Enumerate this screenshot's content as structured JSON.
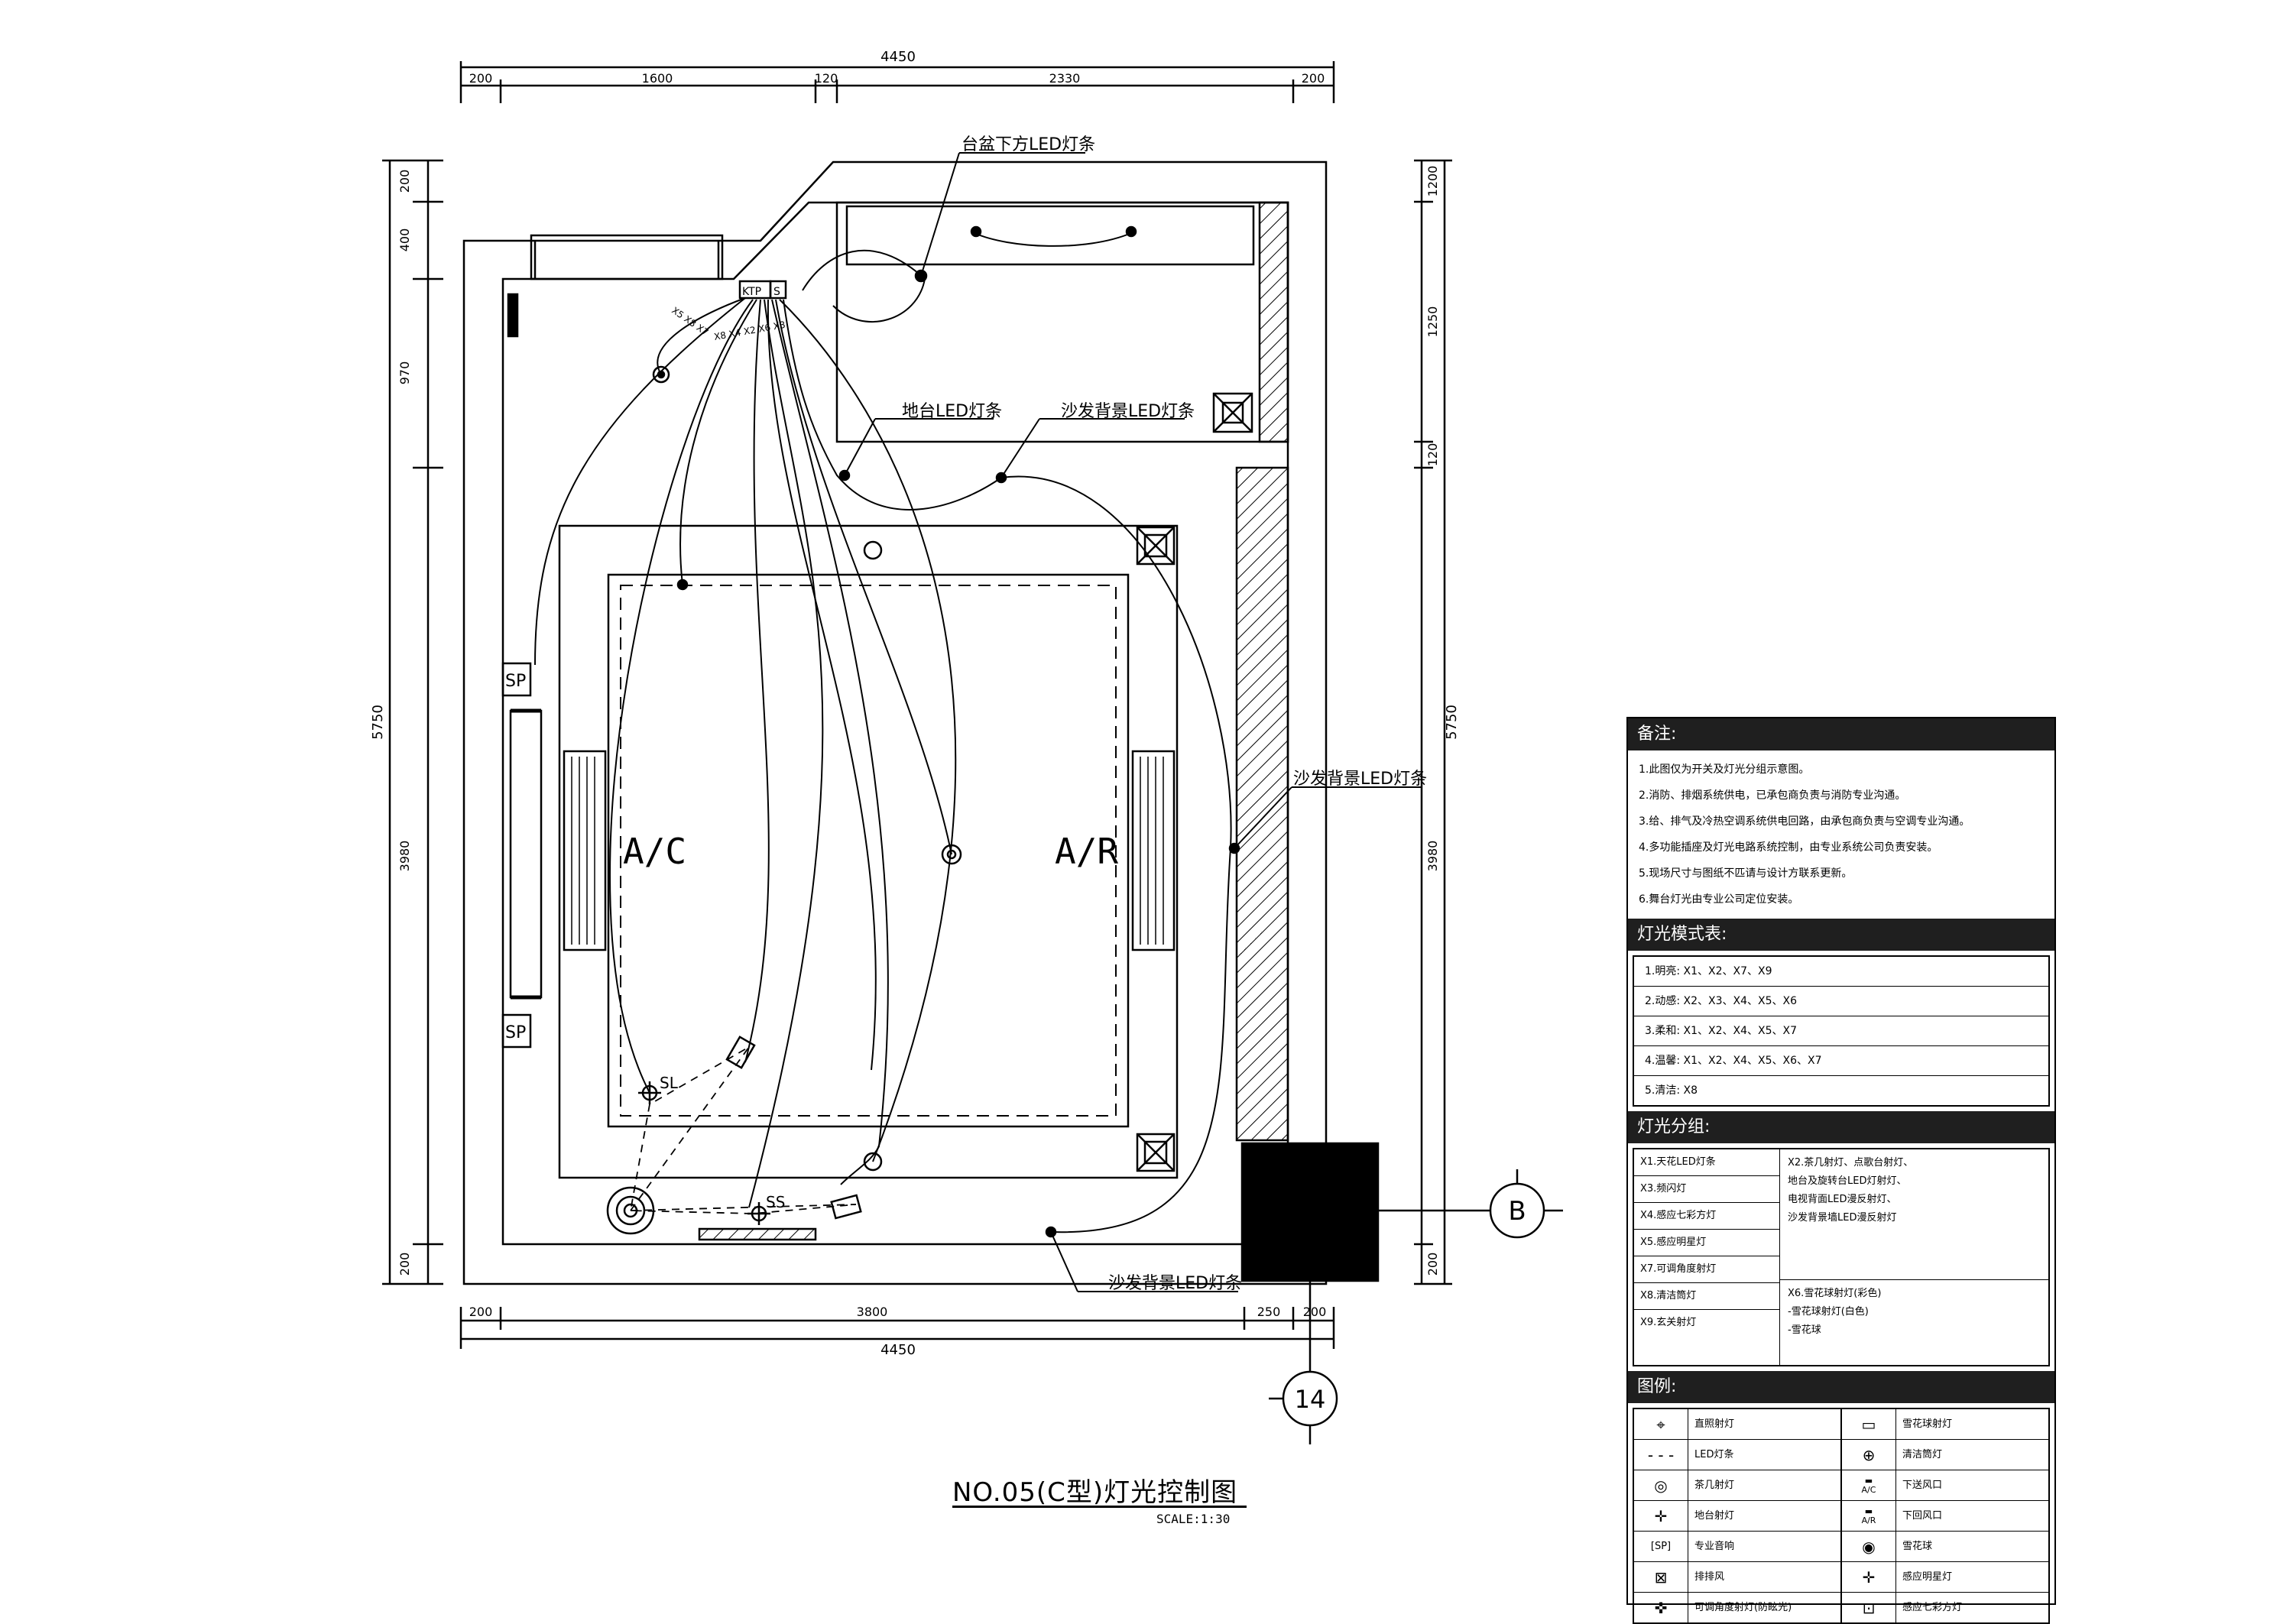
{
  "plan": {
    "dimensions_top": [
      "4450",
      "200",
      "1600",
      "120",
      "2330",
      "200"
    ],
    "dimensions_bottom": [
      "200",
      "3800",
      "250",
      "200",
      "4450"
    ],
    "dimensions_left": [
      "200",
      "400",
      "970",
      "5750",
      "3980",
      "200"
    ],
    "dimensions_right": [
      "1200",
      "1250",
      "120",
      "5750",
      "3980",
      "200"
    ],
    "labels": {
      "basin_led": "台盆下方LED灯条",
      "floor_led": "地台LED灯条",
      "sofa_led_top": "沙发背景LED灯条",
      "sofa_led_right": "沙发背景LED灯条",
      "sofa_led_bottom": "沙发背景LED灯条",
      "ac": "A/C",
      "ar": "A/R",
      "sp1": "SP",
      "sp2": "SP",
      "sl": "SL",
      "ss": "SS",
      "switch_panel": "KTP",
      "switch_s": "S",
      "callout_b": "B",
      "callout_14": "14",
      "wire_tags": "X5  X8  X7",
      "wire_tags2": "X8  X4  X2 X6 X3"
    }
  },
  "title": {
    "main": "NO.05(C型)灯光控制图",
    "scale": "SCALE:1:30"
  },
  "notes": {
    "header": "备注:",
    "items": [
      "1.此图仅为开关及灯光分组示意图。",
      "2.消防、排烟系统供电，已承包商负责与消防专业沟通。",
      "3.给、排气及冷热空调系统供电回路，由承包商负责与空调专业沟通。",
      "4.多功能插座及灯光电路系统控制，由专业系统公司负责安装。",
      "5.现场尺寸与图纸不匹请与设计方联系更新。",
      "6.舞台灯光由专业公司定位安装。"
    ]
  },
  "modes": {
    "header": "灯光模式表:",
    "items": [
      "1.明亮: X1、X2、X7、X9",
      "2.动感: X2、X3、X4、X5、X6",
      "3.柔和: X1、X2、X4、X5、X7",
      "4.温馨: X1、X2、X4、X5、X6、X7",
      "5.清洁: X8"
    ]
  },
  "groups": {
    "header": "灯光分组:",
    "left": [
      "X1.天花LED灯条",
      "X3.频闪灯",
      "X4.感应七彩方灯",
      "X5.感应明星灯",
      "X7.可调角度射灯",
      "X8.清洁筒灯",
      "X9.玄关射灯"
    ],
    "right_top": [
      "X2.茶几射灯、点歌台射灯、",
      "地台及旋转台LED灯射灯、",
      "电视背面LED漫反射灯、",
      "沙发背景墙LED漫反射灯"
    ],
    "right_bottom": [
      "X6.雪花球射灯(彩色)",
      "-雪花球射灯(白色)",
      "-雪花球"
    ]
  },
  "legend": {
    "header": "图例:",
    "left": [
      {
        "icon": "spotlight-icon",
        "label": "直照射灯"
      },
      {
        "icon": "led-strip-icon",
        "label": "LED灯条"
      },
      {
        "icon": "table-spotlight-icon",
        "label": "茶几射灯"
      },
      {
        "icon": "floor-spotlight-icon",
        "label": "地台射灯"
      },
      {
        "icon": "speaker-icon",
        "label": "专业音响"
      },
      {
        "icon": "exhaust-fan-icon",
        "label": "排排风"
      },
      {
        "icon": "adjustable-spot-icon",
        "label": "可调角度射灯(防眩光)"
      }
    ],
    "right": [
      {
        "icon": "snowball-spot-icon",
        "label": "雪花球射灯"
      },
      {
        "icon": "downlight-icon",
        "label": "清洁筒灯"
      },
      {
        "icon": "supply-vent-icon",
        "label": "下送风口",
        "tag": "A/C"
      },
      {
        "icon": "return-vent-icon",
        "label": "下回风口",
        "tag": "A/R"
      },
      {
        "icon": "snowball-icon",
        "label": "雪花球"
      },
      {
        "icon": "star-light-icon",
        "label": "感应明星灯"
      },
      {
        "icon": "color-square-light-icon",
        "label": "感应七彩方灯"
      }
    ]
  }
}
